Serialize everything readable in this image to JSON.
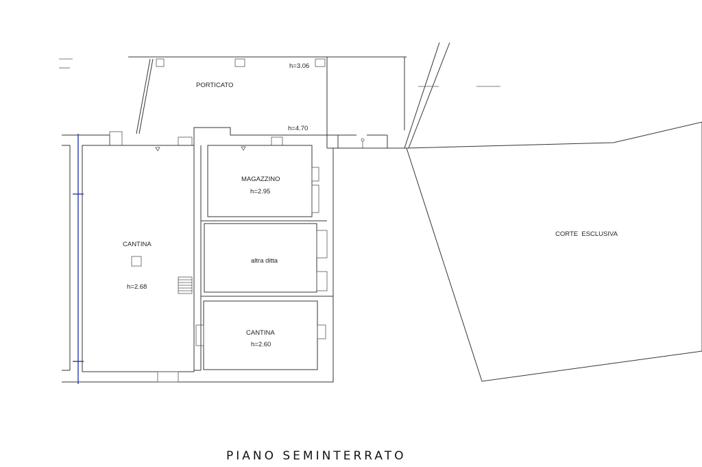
{
  "rooms": {
    "porticato": "PORTICATO",
    "h_306": "h=3.06",
    "h_470": "h=4.70",
    "magazzino": "MAGAZZINO",
    "magazzino_h": "h=2.95",
    "cantina_left": "CANTINA",
    "cantina_left_h": "h=2.68",
    "altra_ditta": "altra ditta",
    "cantina_right": "CANTINA",
    "cantina_right_h": "h=2.60",
    "corte": "CORTE  ESCLUSIVA"
  },
  "title": "PIANO SEMINTERRATO"
}
